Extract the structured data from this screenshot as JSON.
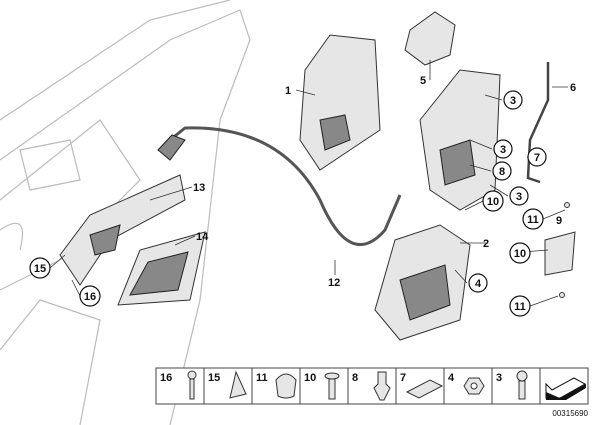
{
  "callouts": [
    {
      "num": "1",
      "circled": false
    },
    {
      "num": "5",
      "circled": false
    },
    {
      "num": "3",
      "circled": true
    },
    {
      "num": "6",
      "circled": false
    },
    {
      "num": "3",
      "circled": true
    },
    {
      "num": "7",
      "circled": true
    },
    {
      "num": "8",
      "circled": true
    },
    {
      "num": "3",
      "circled": true
    },
    {
      "num": "10",
      "circled": true
    },
    {
      "num": "11",
      "circled": true
    },
    {
      "num": "9",
      "circled": false
    },
    {
      "num": "2",
      "circled": false
    },
    {
      "num": "10",
      "circled": true
    },
    {
      "num": "4",
      "circled": true
    },
    {
      "num": "11",
      "circled": true
    },
    {
      "num": "13",
      "circled": false
    },
    {
      "num": "14",
      "circled": false
    },
    {
      "num": "15",
      "circled": true
    },
    {
      "num": "16",
      "circled": true
    },
    {
      "num": "12",
      "circled": false
    }
  ],
  "legend": [
    {
      "num": "16",
      "icon": "screw-icon"
    },
    {
      "num": "15",
      "icon": "clip-icon"
    },
    {
      "num": "11",
      "icon": "plug-icon"
    },
    {
      "num": "10",
      "icon": "countersunk-screw-icon"
    },
    {
      "num": "8",
      "icon": "expanding-rivet-icon"
    },
    {
      "num": "7",
      "icon": "pad-icon"
    },
    {
      "num": "4",
      "icon": "hex-nut-icon"
    },
    {
      "num": "3",
      "icon": "torx-screw-icon"
    },
    {
      "num": "",
      "icon": "arrow-icon"
    }
  ],
  "diagram_code": "00315690"
}
